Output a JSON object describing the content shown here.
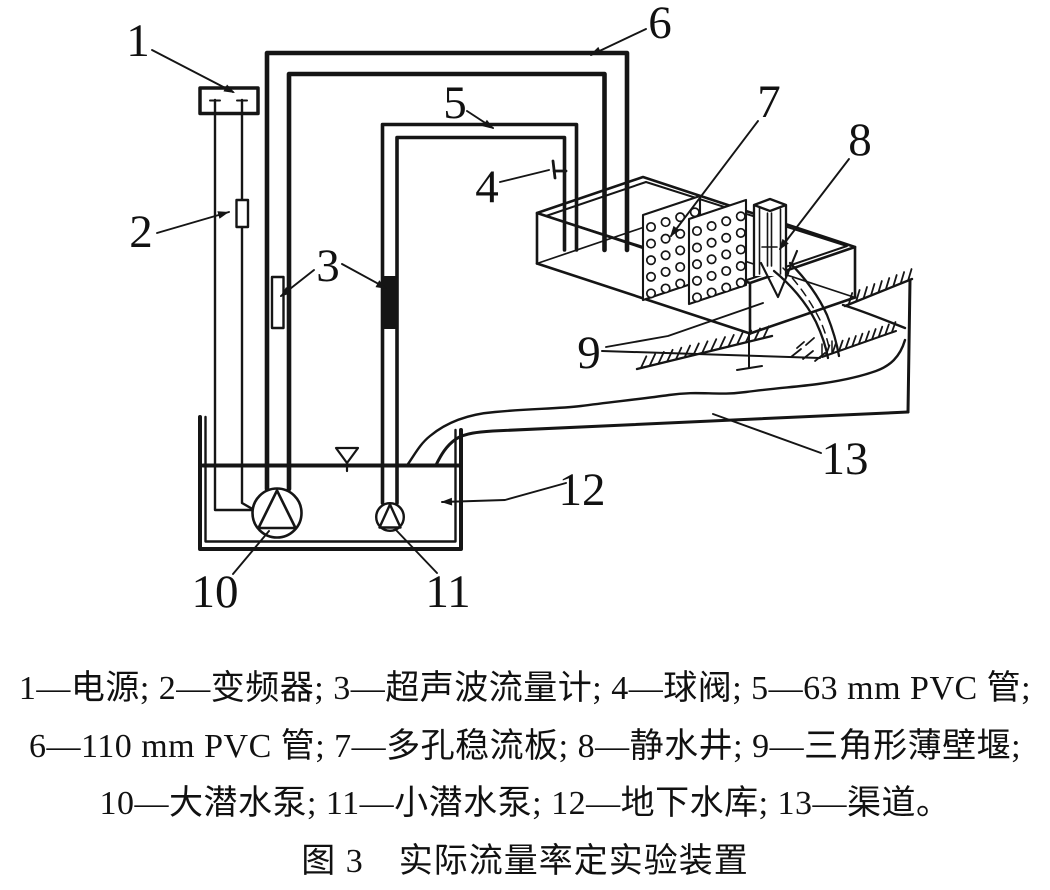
{
  "figure_title": "图 3　实际流量率定实验装置",
  "caption": {
    "line1": "1—电源; 2—变频器; 3—超声波流量计; 4—球阀; 5—63 mm PVC 管;",
    "line2": "6—110 mm PVC 管; 7—多孔稳流板; 8—静水井; 9—三角形薄壁堰;",
    "line3": "10—大潜水泵; 11—小潜水泵; 12—地下水库; 13—渠道。"
  },
  "legend": [
    {
      "num": "1",
      "label": "电源"
    },
    {
      "num": "2",
      "label": "变频器"
    },
    {
      "num": "3",
      "label": "超声波流量计"
    },
    {
      "num": "4",
      "label": "球阀"
    },
    {
      "num": "5",
      "label": "63 mm PVC 管"
    },
    {
      "num": "6",
      "label": "110 mm PVC 管"
    },
    {
      "num": "7",
      "label": "多孔稳流板"
    },
    {
      "num": "8",
      "label": "静水井"
    },
    {
      "num": "9",
      "label": "三角形薄壁堰"
    },
    {
      "num": "10",
      "label": "大潜水泵"
    },
    {
      "num": "11",
      "label": "小潜水泵"
    },
    {
      "num": "12",
      "label": "地下水库"
    },
    {
      "num": "13",
      "label": "渠道"
    }
  ],
  "diagram": {
    "labels": [
      "1",
      "2",
      "3",
      "4",
      "5",
      "6",
      "7",
      "8",
      "9",
      "10",
      "11",
      "12",
      "13"
    ],
    "line_color": "#151515",
    "background": "#ffffff"
  }
}
